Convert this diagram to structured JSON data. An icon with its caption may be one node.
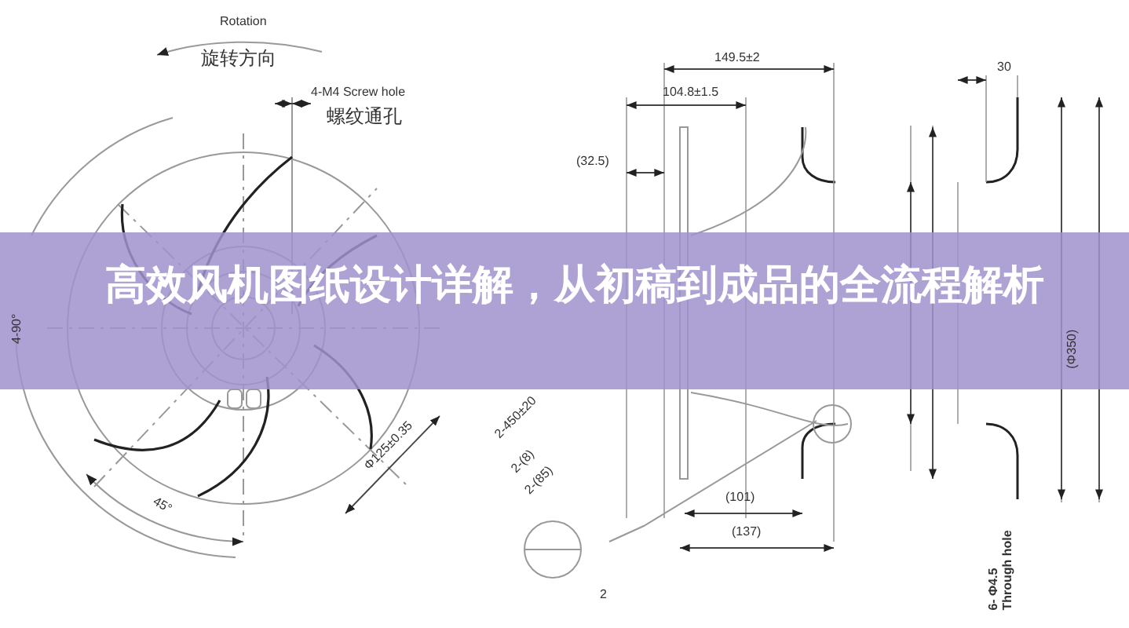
{
  "diagram": {
    "title": "高效风机图纸设计详解，从初稿到成品的全流程解析",
    "labels": [
      "Rotation",
      "旋转方向",
      "4-M4 Screw hole",
      "螺纹通孔",
      "149.5±2",
      "104.8±1.5",
      "(32.5)",
      "30",
      "4-90°",
      "Φ125±0.35",
      "45°",
      "2-450±20",
      "2-(8)",
      "2-(85)",
      "(101)",
      "(137)",
      "2",
      "6- Φ4.5 Through hole",
      "(Φ350)"
    ]
  }
}
